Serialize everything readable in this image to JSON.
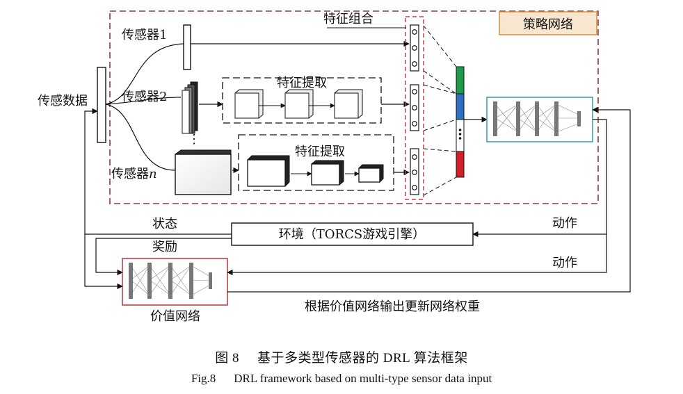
{
  "labels": {
    "sensor_data": "传感数据",
    "sensor_1": "传感器1",
    "sensor_2": "传感器2",
    "sensor_n_prefix": "传感器",
    "sensor_n_suffix": "n",
    "feature_extract_1": "特征提取",
    "feature_extract_2": "特征提取",
    "feature_combine": "特征组合",
    "policy_network": "策略网络",
    "environment": "环境（TORCS游戏引擎）",
    "state": "状态",
    "reward": "奖励",
    "action_1": "动作",
    "action_2": "动作",
    "value_network": "价值网络",
    "update_weights": "根据价值网络输出更新网络权重"
  },
  "caption": {
    "zh_fig": "图 8",
    "zh_title": "基于多类型传感器的 DRL 算法框架",
    "en_fig": "Fig.8",
    "en_title": "DRL framework based on multi-type sensor data input"
  },
  "colors": {
    "dashed_outer": "#8b3a3a",
    "policy_label_bg": "#f8e6cf",
    "policy_label_border": "#d9883a",
    "policy_net_border": "#3fa5a5",
    "value_net_border": "#c0404a",
    "feature_green": "#1f9a4a",
    "feature_blue": "#2e6fc0",
    "feature_red": "#d0202a"
  }
}
